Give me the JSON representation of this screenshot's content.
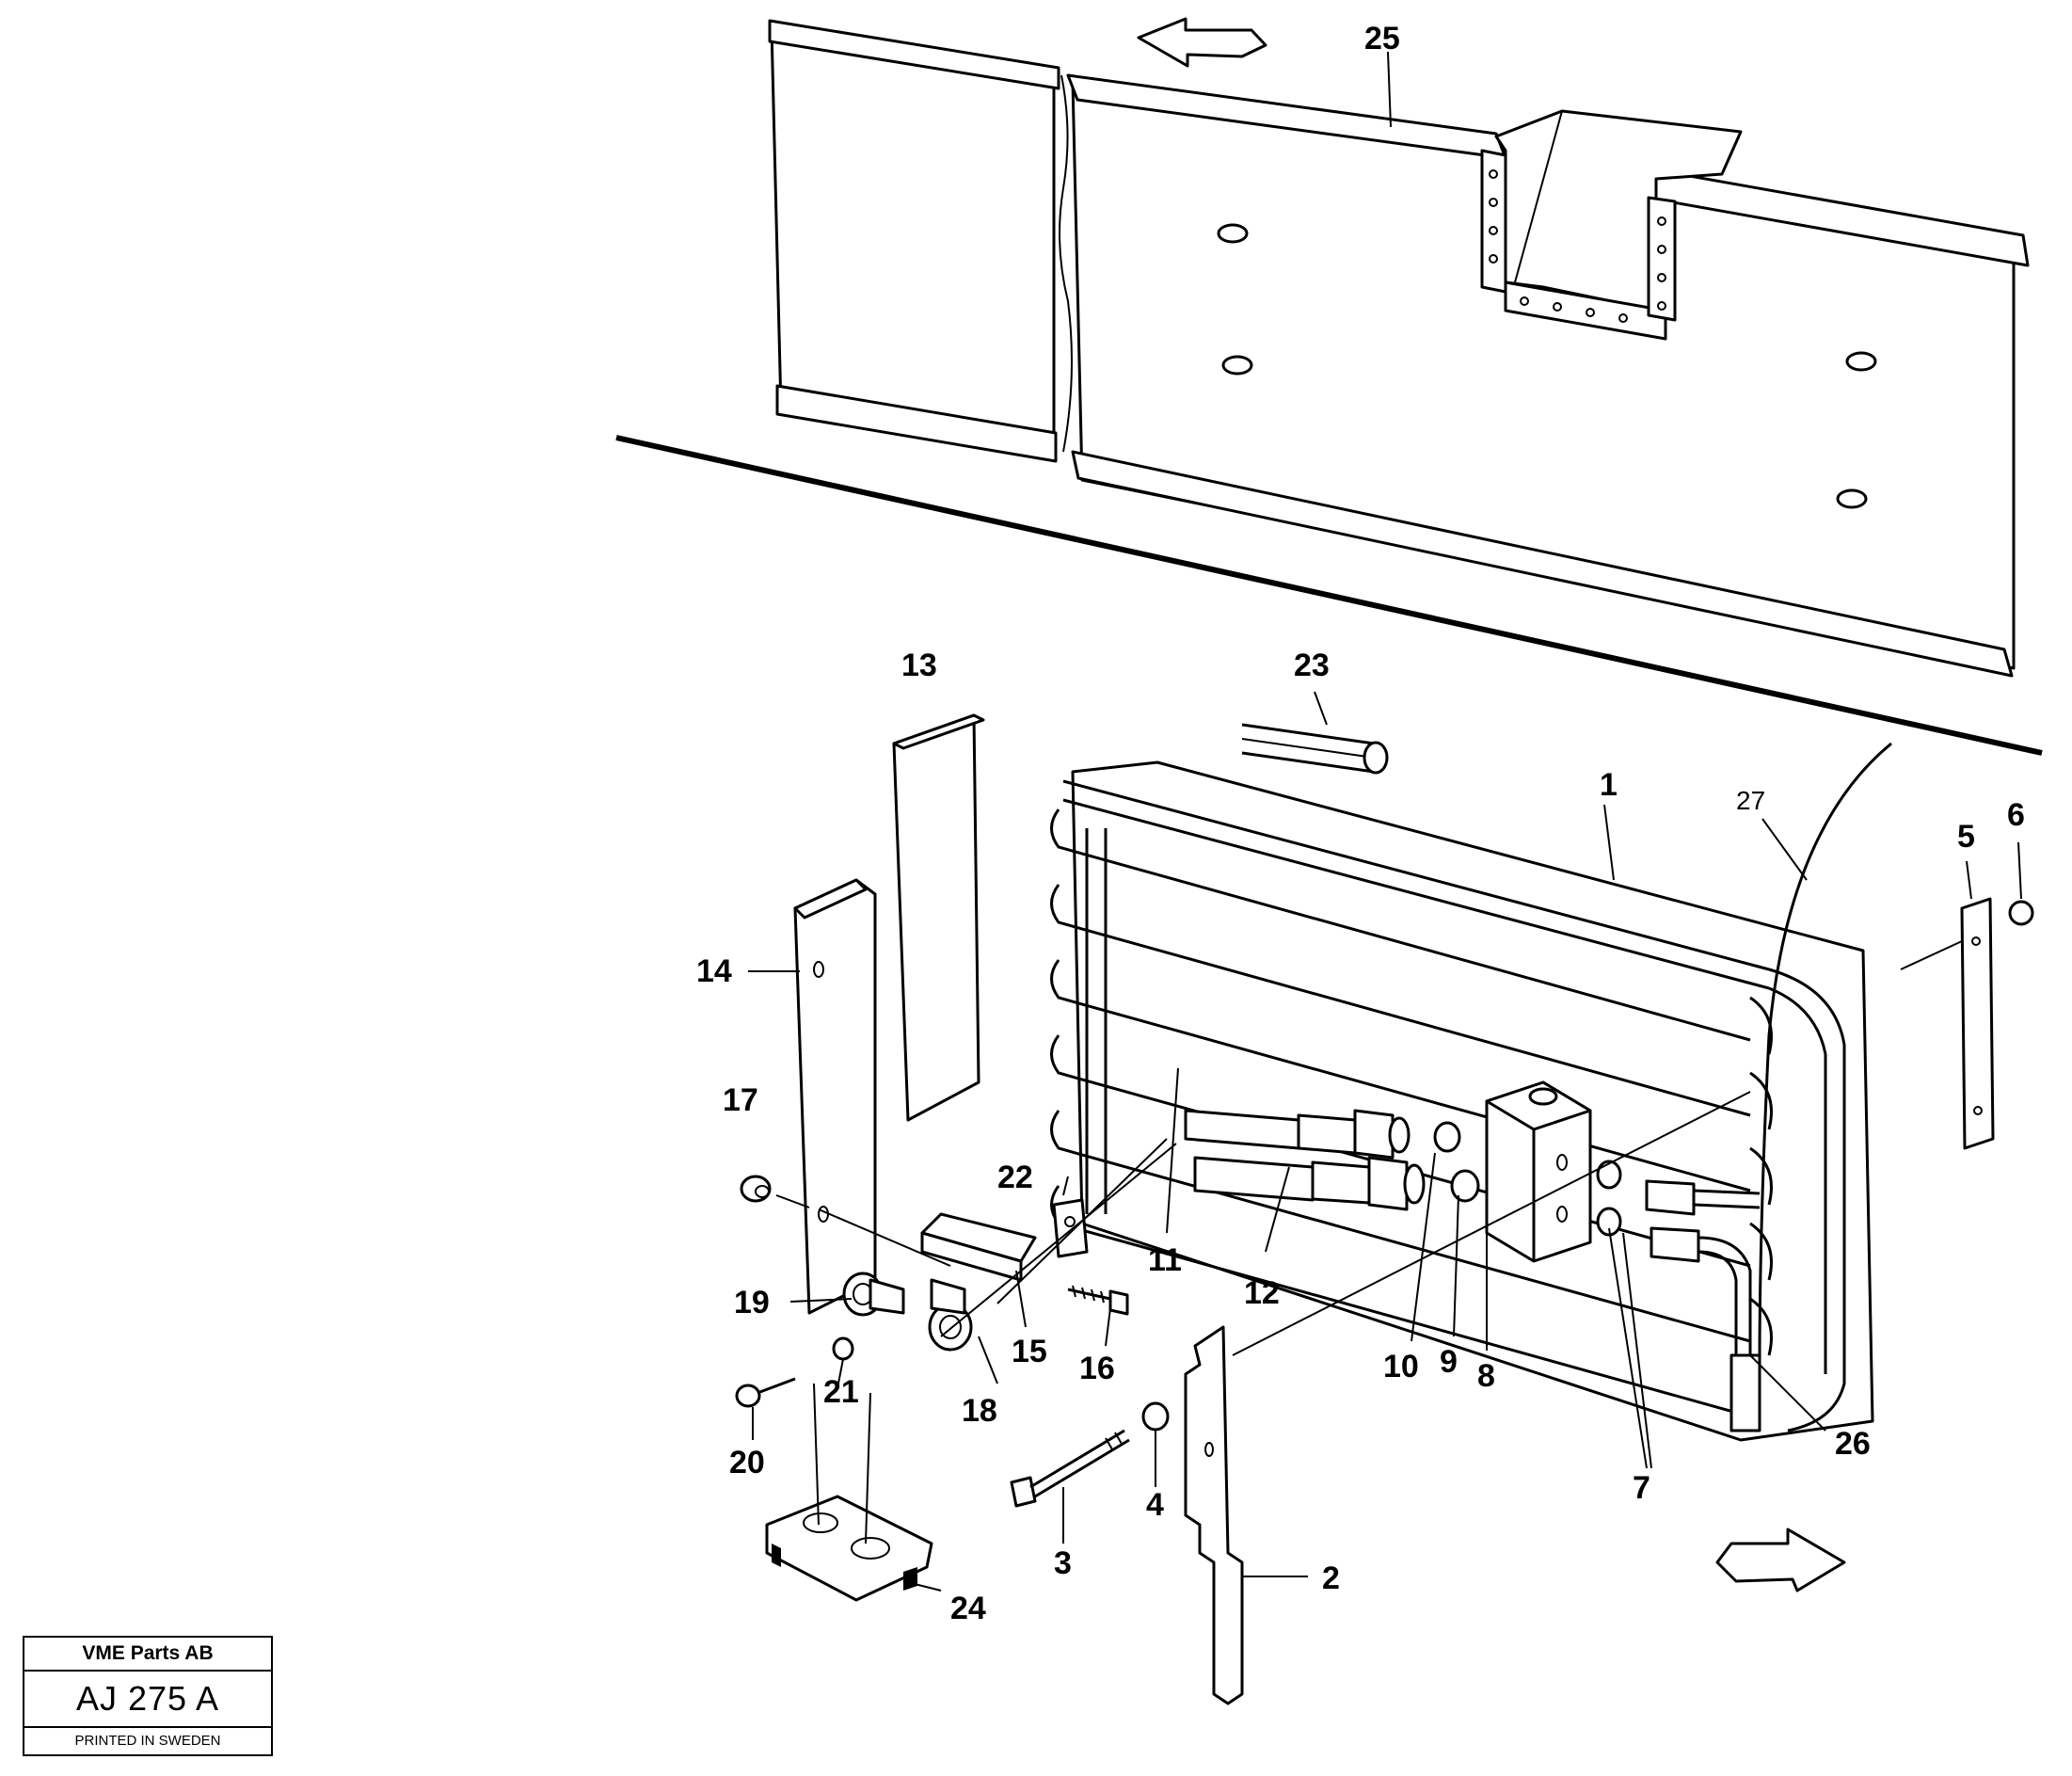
{
  "diagram": {
    "callouts": [
      "1",
      "2",
      "3",
      "4",
      "5",
      "6",
      "7",
      "8",
      "9",
      "10",
      "11",
      "12",
      "13",
      "14",
      "15",
      "16",
      "17",
      "18",
      "19",
      "20",
      "21",
      "22",
      "23",
      "24",
      "25",
      "26",
      "27"
    ]
  },
  "title_block": {
    "company": "VME Parts AB",
    "drawing_number": "AJ 275 A",
    "print_note": "PRINTED IN SWEDEN"
  },
  "icons": {
    "direction_arrow_top": "left-arrow-icon",
    "direction_arrow_bottom": "right-arrow-icon"
  }
}
